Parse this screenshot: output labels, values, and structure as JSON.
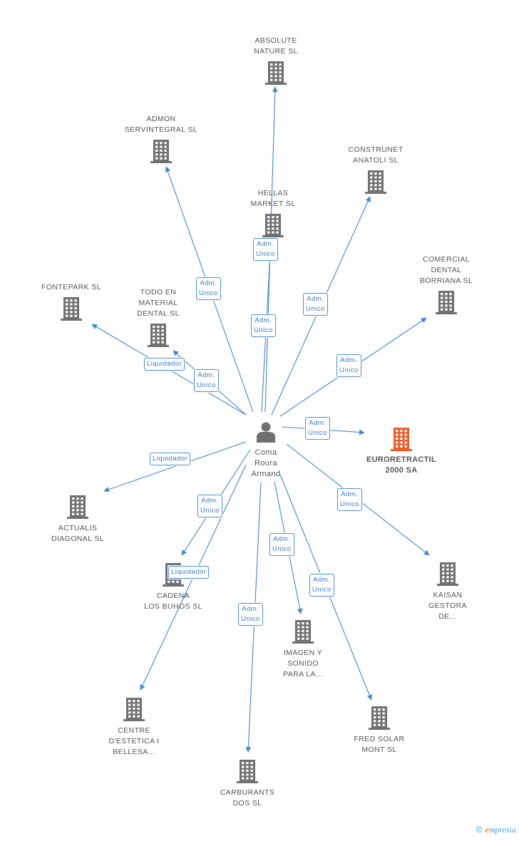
{
  "center": {
    "label_lines": [
      "Coma",
      "Roura",
      "Armand"
    ],
    "icon": "person-icon"
  },
  "colors": {
    "edge": "#3f86d8",
    "company_icon": "#707070",
    "focus_icon": "#f05a28",
    "person_icon": "#6f6f6f"
  },
  "nodes": [
    {
      "id": "absolute",
      "label_lines": [
        "ABSOLUTE",
        "NATURE SL"
      ],
      "icon": "building-icon"
    },
    {
      "id": "admon",
      "label_lines": [
        "ADMON",
        "SERVINTEGRAL SL"
      ],
      "icon": "building-icon"
    },
    {
      "id": "construnet",
      "label_lines": [
        "CONSTRUNET",
        "ANATOLI SL"
      ],
      "icon": "building-icon"
    },
    {
      "id": "hellas",
      "label_lines": [
        "HELLAS",
        "MARKET SL"
      ],
      "icon": "building-icon"
    },
    {
      "id": "comercial",
      "label_lines": [
        "COMERCIAL",
        "DENTAL",
        "BORRIANA SL"
      ],
      "icon": "building-icon"
    },
    {
      "id": "fontepark",
      "label_lines": [
        "FONTEPARK SL"
      ],
      "icon": "building-icon"
    },
    {
      "id": "todo",
      "label_lines": [
        "TODO EN",
        "MATERIAL",
        "DENTAL SL"
      ],
      "icon": "building-icon"
    },
    {
      "id": "euroretractil",
      "label_lines": [
        "EURORETRACTIL",
        "2000 SA"
      ],
      "icon": "building-icon",
      "focus": true
    },
    {
      "id": "actualis",
      "label_lines": [
        "ACTUALIS",
        "DIAGONAL SL"
      ],
      "icon": "building-icon"
    },
    {
      "id": "cadena",
      "label_lines": [
        "CADENA",
        "LOS BUHOS SL"
      ],
      "icon": "building-icon"
    },
    {
      "id": "kaisan",
      "label_lines": [
        "KAISAN",
        "GESTORA",
        "DE..."
      ],
      "icon": "building-icon"
    },
    {
      "id": "imagen",
      "label_lines": [
        "IMAGEN Y",
        "SONIDO",
        "PARA LA..."
      ],
      "icon": "building-icon"
    },
    {
      "id": "centre",
      "label_lines": [
        "CENTRE",
        "D'ESTETICA I",
        "BELLESA..."
      ],
      "icon": "building-icon"
    },
    {
      "id": "fred",
      "label_lines": [
        "FRED SOLAR",
        "MONT SL"
      ],
      "icon": "building-icon"
    },
    {
      "id": "carburants",
      "label_lines": [
        "CARBURANTS",
        "DOS SL"
      ],
      "icon": "building-icon"
    }
  ],
  "edges": [
    {
      "target": "absolute",
      "role_lines": [
        "Adm.",
        "Unico"
      ]
    },
    {
      "target": "admon",
      "role_lines": [
        "Adm.",
        "Unico"
      ]
    },
    {
      "target": "construnet",
      "role_lines": [
        "Adm.",
        "Unico"
      ]
    },
    {
      "target": "hellas",
      "role_lines": [
        "Adm.",
        "Unico"
      ]
    },
    {
      "target": "comercial",
      "role_lines": [
        "Adm.",
        "Unico"
      ]
    },
    {
      "target": "fontepark",
      "role_lines": [
        "Liquidador"
      ]
    },
    {
      "target": "todo",
      "role_lines": [
        "Adm.",
        "Unico"
      ]
    },
    {
      "target": "euroretractil",
      "role_lines": [
        "Adm.",
        "Unico"
      ]
    },
    {
      "target": "actualis",
      "role_lines": [
        "Liquidador"
      ]
    },
    {
      "target": "cadena",
      "role_lines": [
        "Adm.",
        "Unico"
      ]
    },
    {
      "target": "kaisan",
      "role_lines": [
        "Adm.",
        "Unico"
      ]
    },
    {
      "target": "imagen",
      "role_lines": [
        "Adm.",
        "Unico"
      ]
    },
    {
      "target": "centre",
      "role_lines": [
        "Liquidador"
      ]
    },
    {
      "target": "fred",
      "role_lines": [
        "Adm.",
        "Unico"
      ]
    },
    {
      "target": "carburants",
      "role_lines": [
        "Adm.",
        "Unico"
      ]
    }
  ],
  "footer": {
    "copyright_symbol": "©",
    "brand_initial": "e",
    "brand_rest": "mpresia"
  }
}
